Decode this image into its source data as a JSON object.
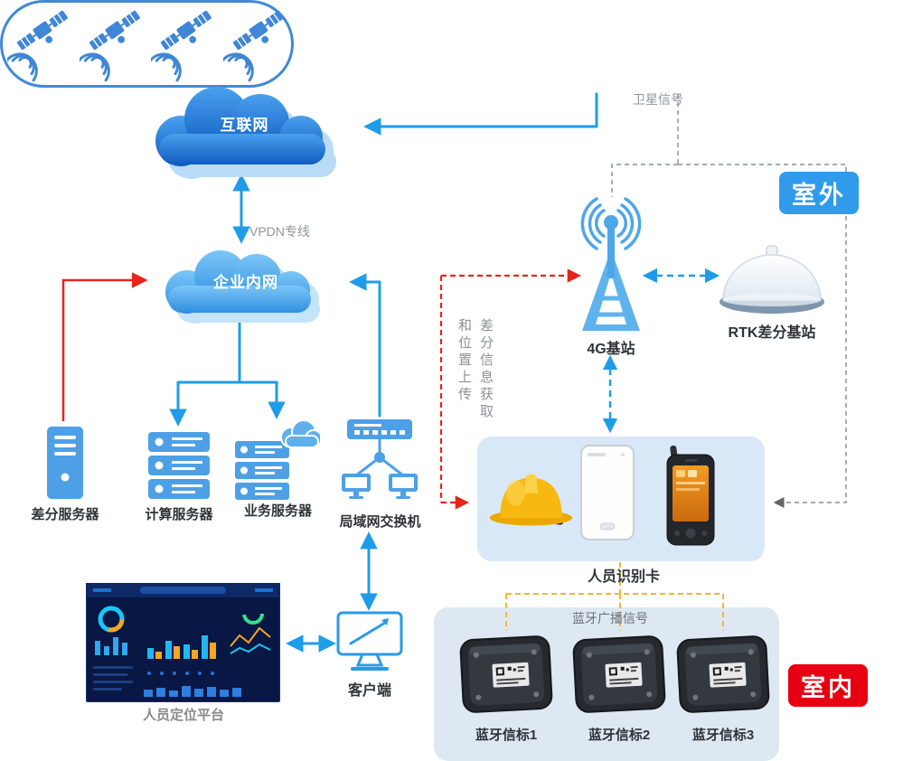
{
  "badges": {
    "outdoor": "室外",
    "indoor": "室内"
  },
  "clouds": {
    "internet": "互联网",
    "intranet": "企业内网"
  },
  "stations": {
    "base_4g": "4G基站",
    "rtk": "RTK差分基站"
  },
  "servers": {
    "diff": "差分服务器",
    "compute": "计算服务器",
    "business": "业务服务器",
    "lan_switch": "局域网交换机"
  },
  "devices": {
    "person_card": "人员识别卡",
    "client": "客户端",
    "platform": "人员定位平台",
    "beacons": [
      "蓝牙信标1",
      "蓝牙信标2",
      "蓝牙信标3"
    ]
  },
  "annotations": {
    "satellite_signal": "卫星信号",
    "vpdn": "VPDN专线",
    "bt_broadcast": "蓝牙广播信号",
    "upload_col_right": "差分信息获取",
    "upload_col_left": "和位置上传"
  },
  "icons": [
    "satellite-icon",
    "signal-wave-icon",
    "cloud-icon",
    "antenna-4g-icon",
    "rtk-dome-icon",
    "server-tower-icon",
    "server-stack-icon",
    "server-cloud-icon",
    "lan-switch-icon",
    "hard-hat-icon",
    "id-card-icon",
    "handheld-phone-icon",
    "monitor-icon",
    "dashboard-screenshot",
    "bluetooth-beacon-icon"
  ],
  "colors": {
    "arrow_blue": "#1f9ce8",
    "arrow_red": "#e8241c",
    "dashed_gray": "#9aa0a6",
    "dashed_yellow": "#f2b632",
    "badge_outdoor": "#2f9bea",
    "badge_indoor": "#e60012",
    "icon_blue": "#4da0e6",
    "helmet_yellow": "#f7b90f"
  }
}
